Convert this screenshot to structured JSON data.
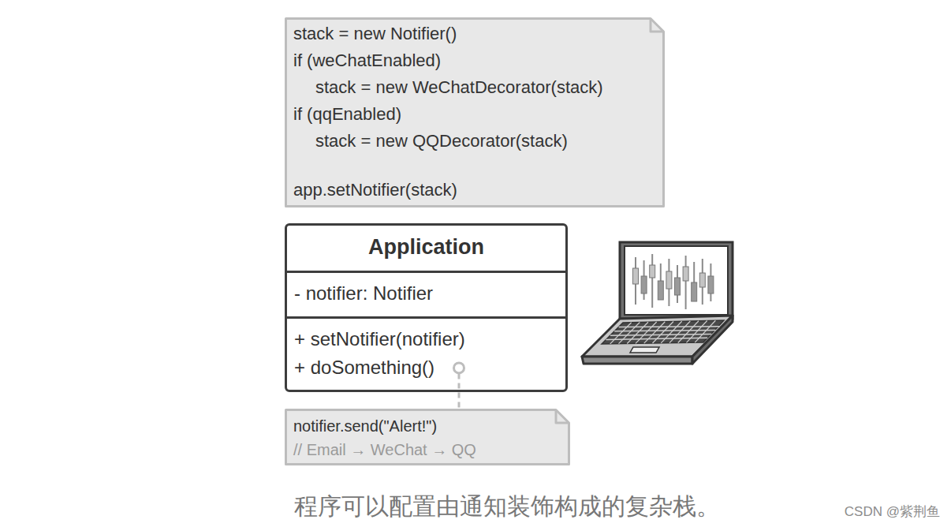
{
  "diagram": {
    "caption": "程序可以配置由通知装饰构成的复杂栈。",
    "nodes": [
      {
        "text": [
          "stack = new Notifier()",
          "if (weChatEnabled)",
          "stack = new WeChatDecorator(stack)",
          "if (qqEnabled)",
          "stack = new QQDecorator(stack)",
          "app.setNotifier(stack)"
        ]
      },
      {
        "text": [
          "Application",
          "- notifier: Notifier",
          "+ setNotifier(notifier)",
          "+ doSomething()"
        ]
      },
      {
        "text": [
          "notifier.send(\"Alert!\")",
          "// Email → WeChat → QQ"
        ]
      }
    ],
    "edges": [
      {
        "from": 1,
        "to": 2,
        "arrow": "none"
      }
    ],
    "labels": [
      "CSDN @紫荆鱼"
    ]
  }
}
